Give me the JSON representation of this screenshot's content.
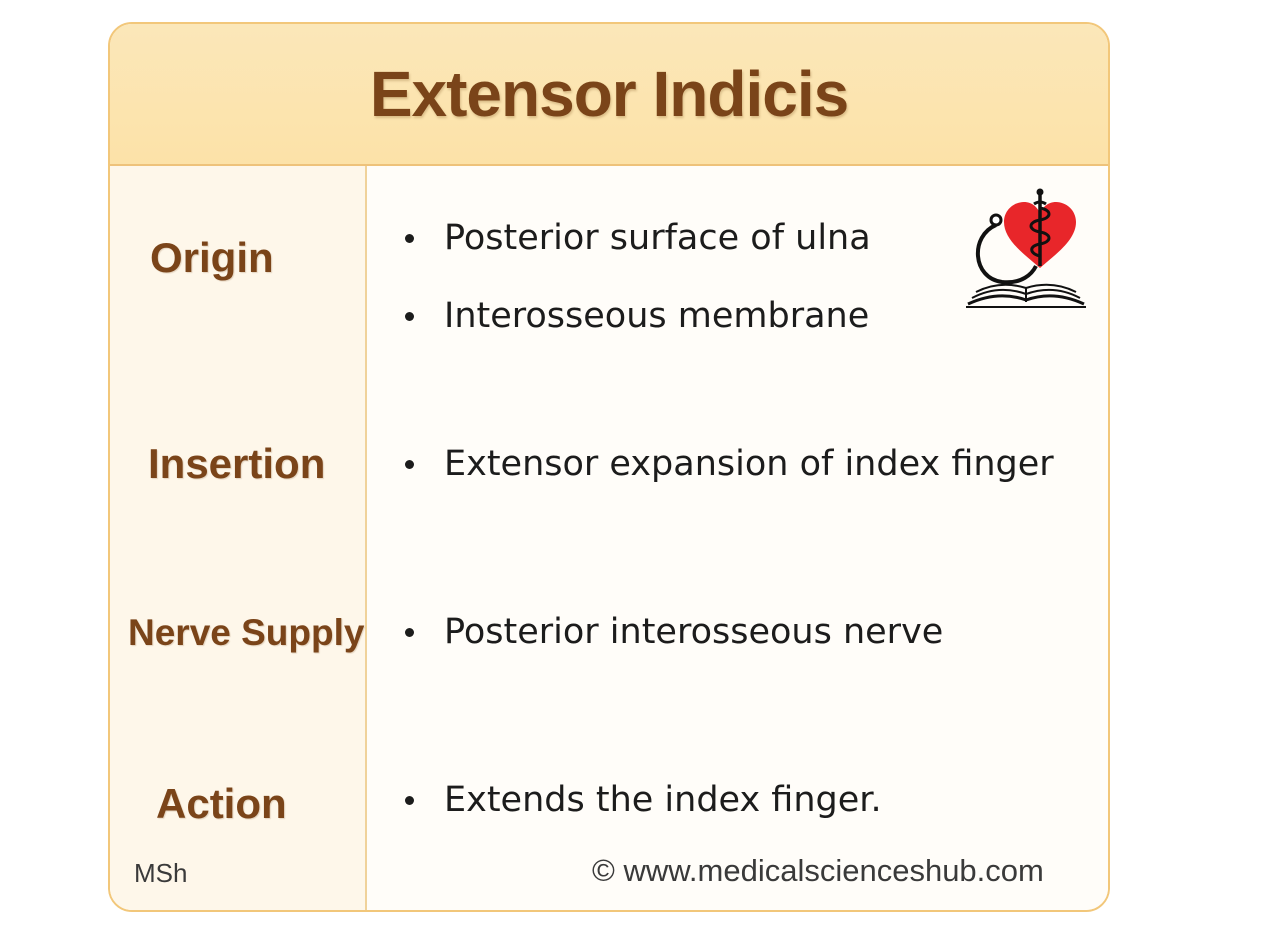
{
  "title": "Extensor Indicis",
  "rows": [
    {
      "label": "Origin",
      "items": [
        "Posterior surface of ulna",
        "Interosseous membrane"
      ]
    },
    {
      "label": "Insertion",
      "items": [
        "Extensor expansion of index finger"
      ]
    },
    {
      "label": "Nerve Supply",
      "items": [
        "Posterior interosseous nerve"
      ]
    },
    {
      "label": "Action",
      "items": [
        "Extends the index finger."
      ]
    }
  ],
  "footer": {
    "mark": "MSh",
    "copyright": "© www.medicalscienceshub.com"
  },
  "logo_icon": "heart-stethoscope-book-icon",
  "colors": {
    "title_text": "#7a4419",
    "header_bg": "#fce2a8",
    "border": "#f2c77a",
    "heart": "#e8262a"
  }
}
